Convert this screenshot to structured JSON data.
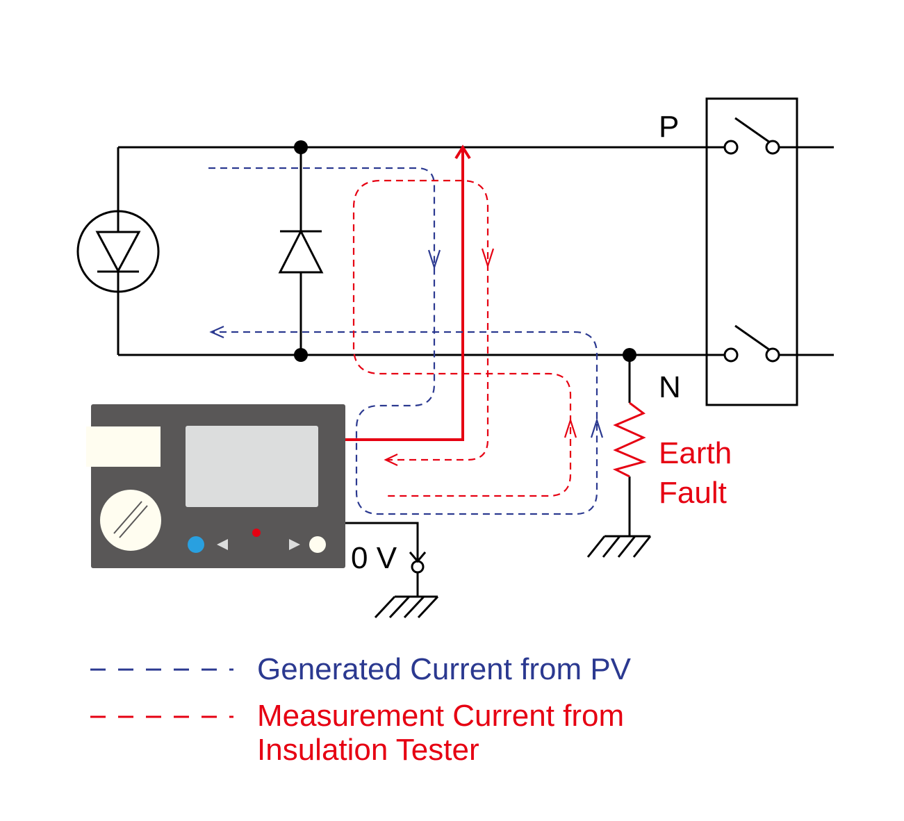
{
  "labels": {
    "positive": "P",
    "negative": "N",
    "earth_fault_line1": "Earth",
    "earth_fault_line2": "Fault",
    "zero_volt": "0 V"
  },
  "legend": {
    "pv_current": "Generated Current from PV",
    "test_current_line1": "Measurement Current from",
    "test_current_line2": "Insulation Tester"
  },
  "colors": {
    "wire": "#000000",
    "pv_current": "#2b3990",
    "test_current": "#e60012",
    "tester_body": "#595757",
    "tester_screen": "#dcdddd",
    "tester_label": "#fffdf0",
    "tester_blue_button": "#29a0e0"
  },
  "icons": {
    "pv_module": "pv-cell-icon",
    "bypass_diode": "diode-icon",
    "breaker": "switch-icon",
    "earth_fault": "resistor-icon",
    "ground": "ground-icon"
  }
}
